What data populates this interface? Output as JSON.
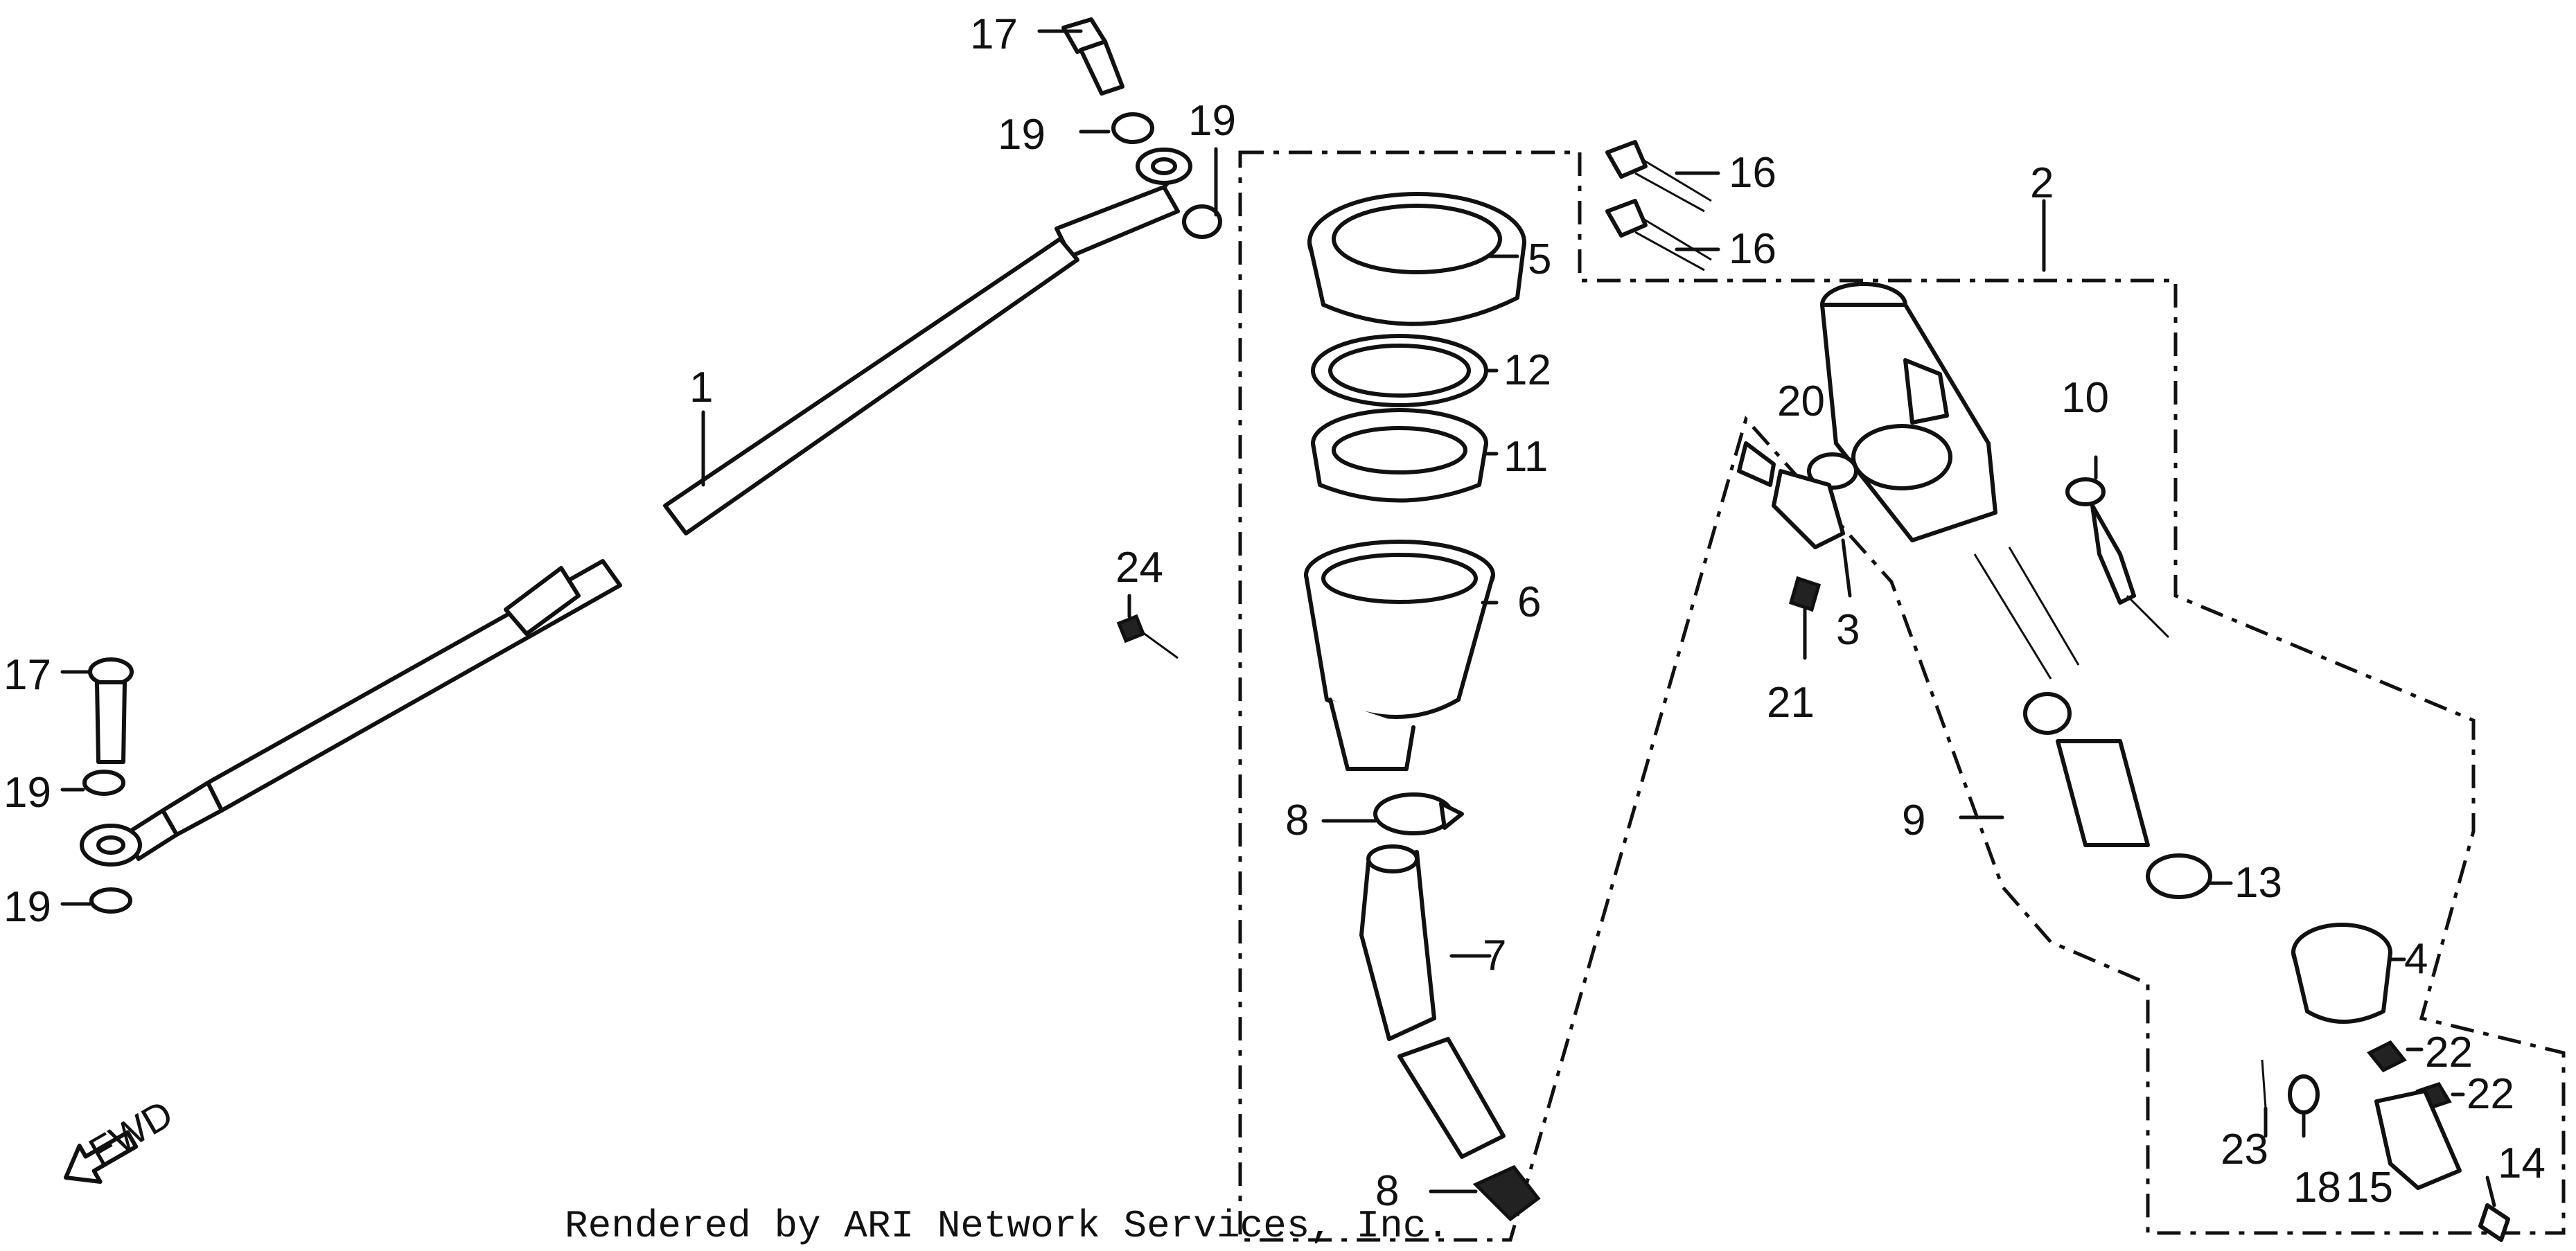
{
  "credit": "Rendered by ARI Network Services, Inc.",
  "direction_label": "FWD",
  "callouts": {
    "c1": "1",
    "c2": "2",
    "c3": "3",
    "c4": "4",
    "c5": "5",
    "c6": "6",
    "c7": "7",
    "c8a": "8",
    "c8b": "8",
    "c9": "9",
    "c10": "10",
    "c11": "11",
    "c12": "12",
    "c13": "13",
    "c14": "14",
    "c15": "15",
    "c16a": "16",
    "c16b": "16",
    "c17a": "17",
    "c17b": "17",
    "c18": "18",
    "c19a": "19",
    "c19b": "19",
    "c19c": "19",
    "c19d": "19",
    "c20": "20",
    "c21": "21",
    "c22a": "22",
    "c22b": "22",
    "c23": "23",
    "c24": "24"
  },
  "icons": {
    "direction": "fwd-arrow-icon"
  }
}
